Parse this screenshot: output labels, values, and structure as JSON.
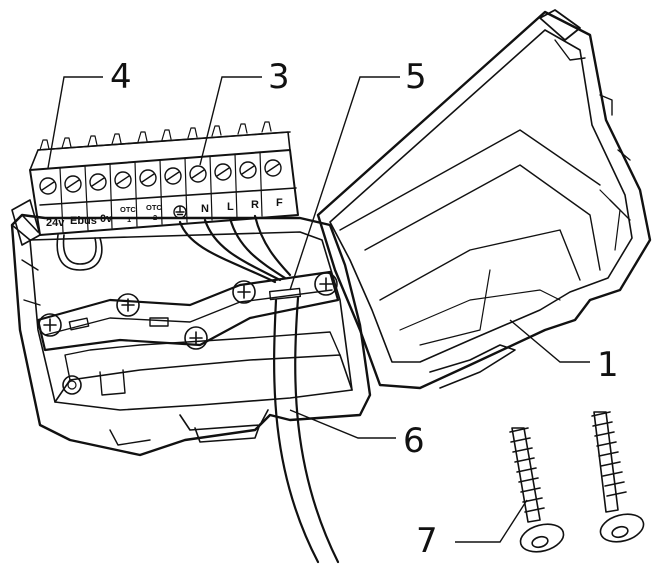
{
  "callouts": {
    "c1": "1",
    "c3": "3",
    "c4": "4",
    "c5": "5",
    "c6": "6",
    "c7": "7"
  },
  "terminals": {
    "t_24v": "24v",
    "t_ebus": "Ebus",
    "t_0v": "0v",
    "t_otc1_top": "OTC",
    "t_otc1_num": "1",
    "t_otc2_top": "OTC",
    "t_otc2_num": "2",
    "t_n": "N",
    "t_l": "L",
    "t_r": "R",
    "t_f": "F"
  },
  "icons": {
    "earth": "earth-ground-icon",
    "screw": "pan-head-screw-icon"
  }
}
